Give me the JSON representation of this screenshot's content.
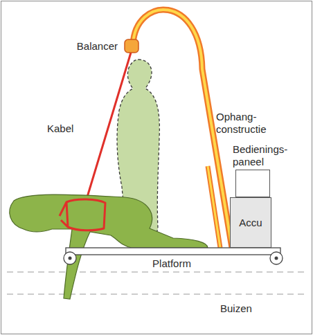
{
  "diagram": {
    "nodes": [
      {
        "text": [
          "Bedienings- paneel"
        ]
      },
      {
        "text": [
          "Accu"
        ]
      }
    ],
    "labels": [
      "Balancer",
      "Kabel",
      "Ophang- constructie",
      "Platform",
      "Buizen"
    ]
  }
}
